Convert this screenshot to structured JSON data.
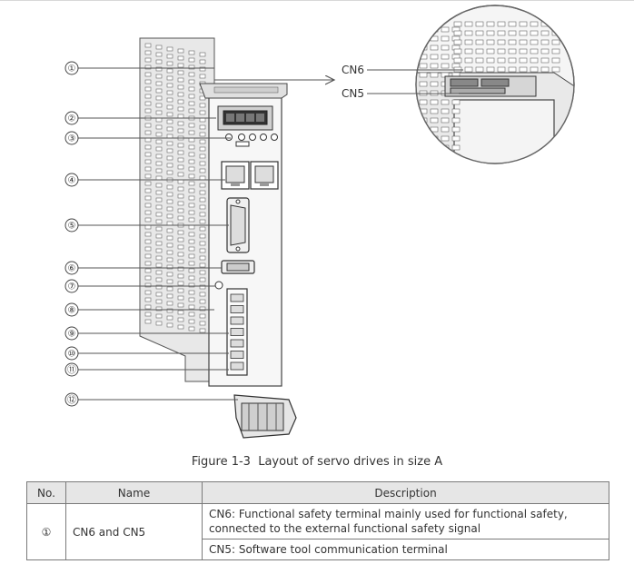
{
  "figure": {
    "callouts": [
      "①",
      "②",
      "③",
      "④",
      "⑤",
      "⑥",
      "⑦",
      "⑧",
      "⑨",
      "⑩",
      "⑪",
      "⑫"
    ],
    "zoom_labels": {
      "cn6": "CN6",
      "cn5": "CN5"
    }
  },
  "caption": "Figure 1-3  Layout of servo drives in size A",
  "table": {
    "headers": {
      "no": "No.",
      "name": "Name",
      "description": "Description"
    },
    "rows": [
      {
        "no": "①",
        "name": "CN6 and CN5",
        "desc_line1": "CN6: Functional safety terminal mainly used for functional safety, connected to the external functional safety signal",
        "desc_line2": "CN5: Software tool communication terminal"
      }
    ]
  }
}
